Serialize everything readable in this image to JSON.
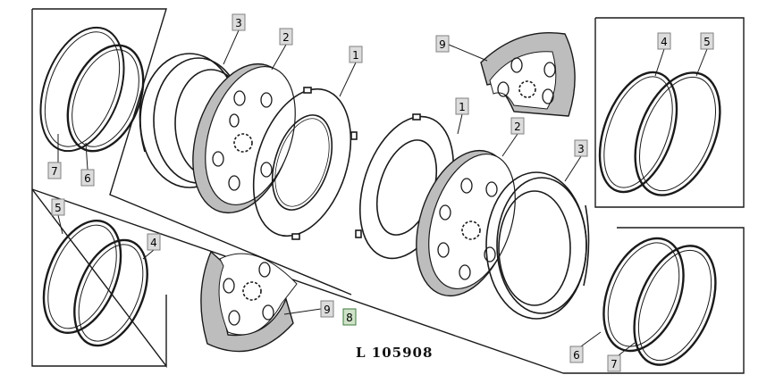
{
  "figure_id": "L 105908",
  "callouts": [
    {
      "id": "c3a",
      "label": "3"
    },
    {
      "id": "c2a",
      "label": "2"
    },
    {
      "id": "c1a",
      "label": "1"
    },
    {
      "id": "c9a",
      "label": "9"
    },
    {
      "id": "c4a",
      "label": "4"
    },
    {
      "id": "c5a",
      "label": "5"
    },
    {
      "id": "c1b",
      "label": "1"
    },
    {
      "id": "c2b",
      "label": "2"
    },
    {
      "id": "c3b",
      "label": "3"
    },
    {
      "id": "c7a",
      "label": "7"
    },
    {
      "id": "c6a",
      "label": "6"
    },
    {
      "id": "c5b",
      "label": "5"
    },
    {
      "id": "c4b",
      "label": "4"
    },
    {
      "id": "c9b",
      "label": "9"
    },
    {
      "id": "c8",
      "label": "8"
    },
    {
      "id": "c6b",
      "label": "6"
    },
    {
      "id": "c7b",
      "label": "7"
    }
  ]
}
